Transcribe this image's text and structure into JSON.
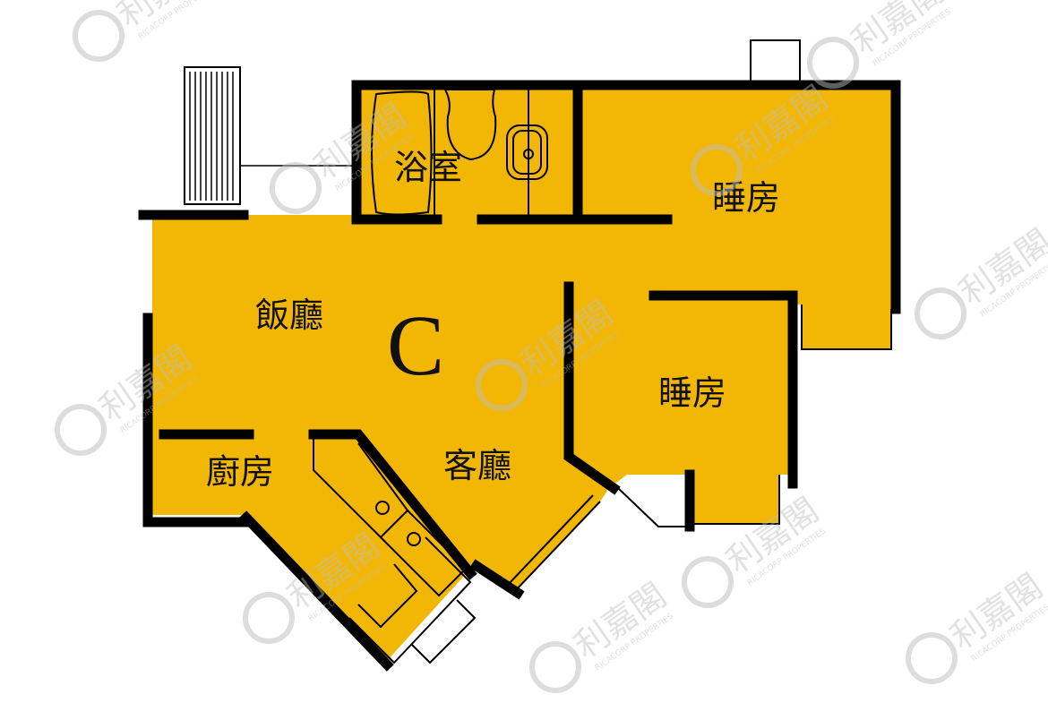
{
  "plan": {
    "unit_label": "C",
    "rooms": [
      {
        "id": "bathroom",
        "label": "浴室"
      },
      {
        "id": "bedroom-1",
        "label": "睡房"
      },
      {
        "id": "dining-room",
        "label": "飯廳"
      },
      {
        "id": "bedroom-2",
        "label": "睡房"
      },
      {
        "id": "living-room",
        "label": "客廳"
      },
      {
        "id": "kitchen",
        "label": "廚房"
      }
    ]
  },
  "watermark": {
    "brand_cn": "利嘉閣",
    "brand_en": "RICACORP PROPERTIES"
  },
  "colors": {
    "floor": "#F2B705",
    "wall": "#000000",
    "background": "#FFFFFF"
  }
}
